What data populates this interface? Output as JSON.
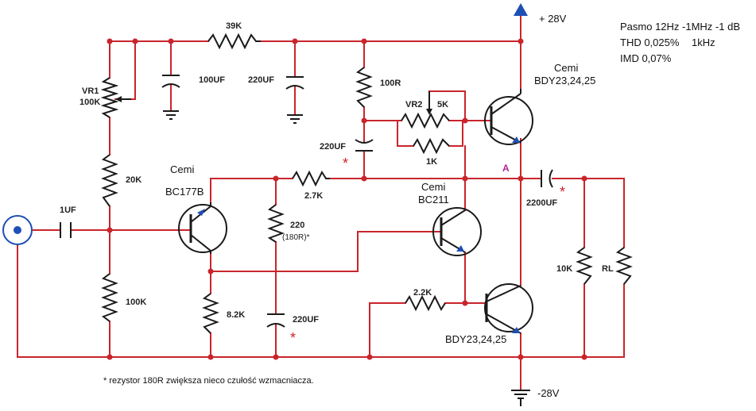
{
  "specs": {
    "line1": "Pasmo 12Hz -1MHz -1 dB",
    "line2_thd": "THD 0,025%",
    "line2_freq": "1kHz",
    "line3": "IMD 0,07%"
  },
  "supply": {
    "positive": "+ 28V",
    "negative": "-28V"
  },
  "components": {
    "r39k": "39K",
    "c100uf": "100UF",
    "c220uf_top": "220UF",
    "vr1_name": "VR1",
    "vr1_value": "100K",
    "r20k": "20K",
    "r100k_low": "100K",
    "c1uf": "1UF",
    "r100r": "100R",
    "vr2_name": "VR2",
    "vr2_value": "5K",
    "r1k": "1K",
    "c220uf_boot": "220UF",
    "r2_7k": "2.7K",
    "r220": "220",
    "r180r": "(180R)*",
    "r8_2k": "8.2K",
    "c220uf_low": "220UF",
    "r2_2k": "2.2K",
    "c2200uf": "2200UF",
    "r10k": "10K",
    "rl": "RL"
  },
  "transistors": {
    "q1_maker": "Cemi",
    "q1_type": "BC177B",
    "q2_maker": "Cemi",
    "q2_type": "BC211",
    "q3_maker": "Cemi",
    "q3_type": "BDY23,24,25",
    "q4_type": "BDY23,24,25"
  },
  "node_a": "A",
  "asterisk": "*",
  "footnote": "* rezystor 180R zwiększa nieco czułość wzmacniacza.",
  "colors": {
    "wire": "#c9252b",
    "node": "#c9252b",
    "arrow": "#1d4fb5",
    "node_a": "#b0288a"
  }
}
